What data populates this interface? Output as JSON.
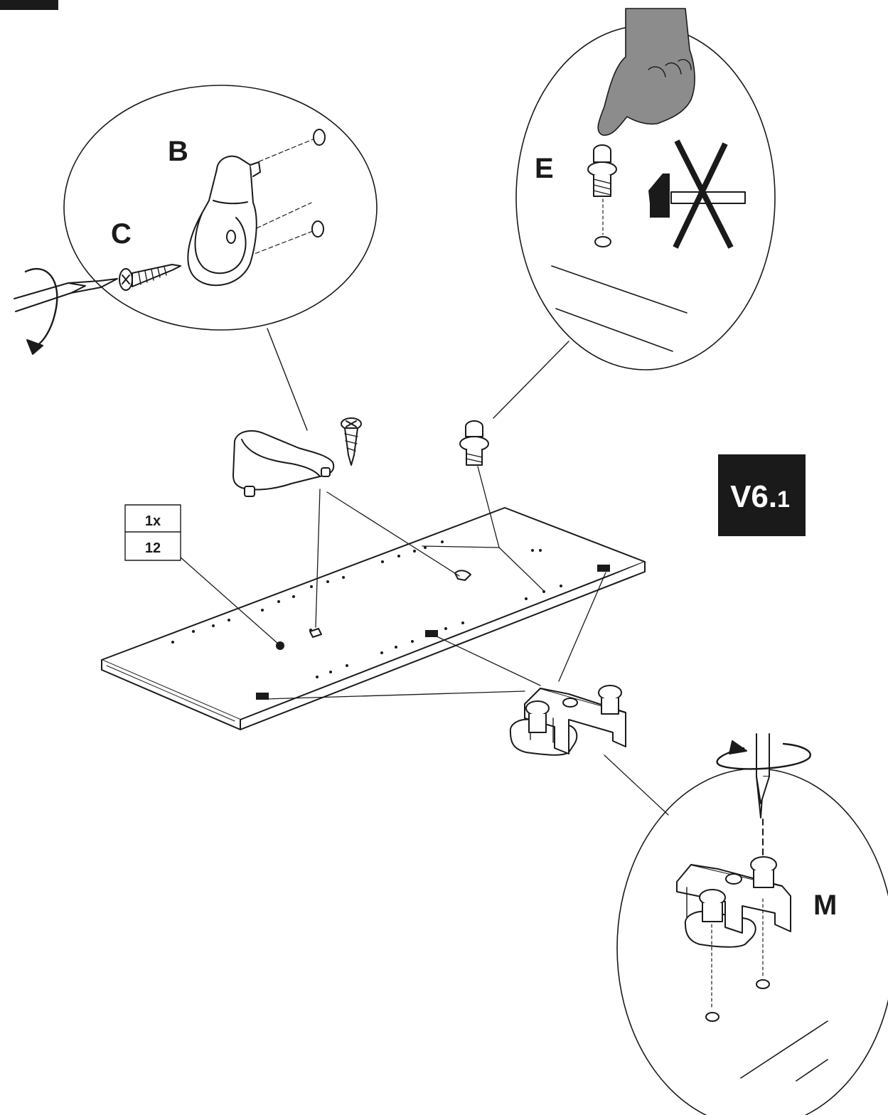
{
  "labels": {
    "b": "B",
    "c": "C",
    "e": "E",
    "m": "M"
  },
  "badge": {
    "main": "V6.",
    "sub": "1"
  },
  "quantity": {
    "count": "1x",
    "part": "12"
  },
  "colors": {
    "ink": "#1a1a1a",
    "hand_fill": "#8c8c8c",
    "badge_bg": "#1a1a1a",
    "badge_text": "#ffffff"
  },
  "icons": [
    "rotate-arrow-icon",
    "screwdriver-icon",
    "hand-icon",
    "hammer-icon",
    "prohibited-cross-icon"
  ]
}
